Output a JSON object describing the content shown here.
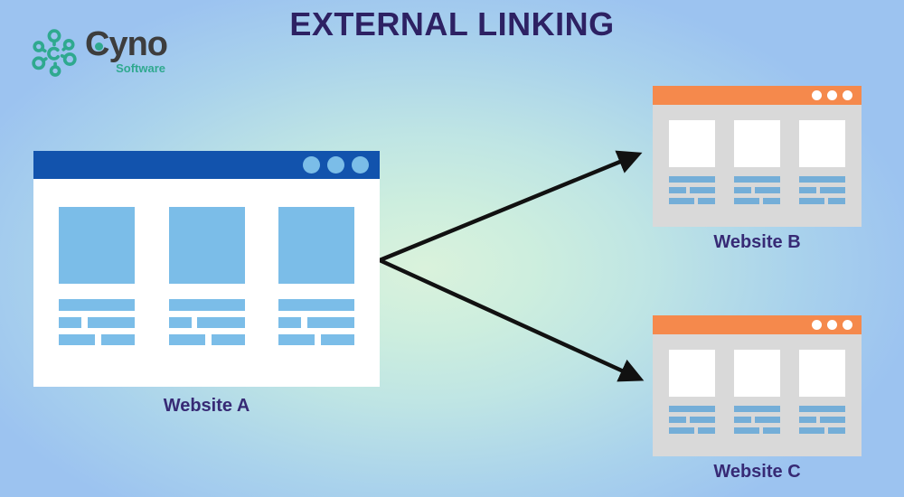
{
  "title": "EXTERNAL LINKING",
  "logo": {
    "brand": "Cyno",
    "subtitle": "Software",
    "icon": "network-nodes-icon",
    "accent_color": "#2fa98f"
  },
  "diagram": {
    "source_site": {
      "label": "Website A"
    },
    "target_sites": [
      {
        "label": "Website B"
      },
      {
        "label": "Website C"
      }
    ],
    "links": [
      {
        "from": "Website A",
        "to": "Website B"
      },
      {
        "from": "Website A",
        "to": "Website C"
      }
    ]
  },
  "colors": {
    "title_text": "#2d2163",
    "label_text": "#372a75",
    "site_a_titlebar": "#1253ad",
    "site_a_blocks": "#7bbde8",
    "site_bc_titlebar": "#f5894c",
    "site_bc_body": "#d9d9d9",
    "site_bc_bars": "#74aed8",
    "site_bc_dots": "#ffffff",
    "arrow": "#111111",
    "background_center": "#daf2dc",
    "background_edge": "#9cc3f0"
  }
}
